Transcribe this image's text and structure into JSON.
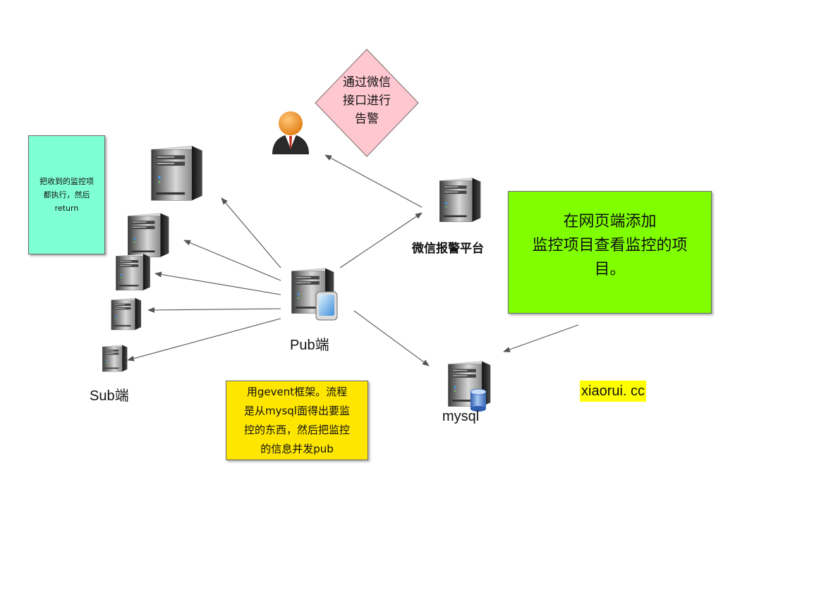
{
  "nodes": {
    "pub": {
      "label": "Pub端"
    },
    "sub": {
      "label": "Sub端"
    },
    "mysql": {
      "label": "mysql"
    },
    "wechat_platform": {
      "label": "微信报警平台"
    }
  },
  "notes": {
    "sub_note": "把收到的监控项\n都执行，然后\nreturn",
    "web_note": "在网页端添加\n监控项目查看监控的项\n目。",
    "pub_note": "用gevent框架。流程\n是从mysql面得出要监\n控的东西，然后把监控\n的信息并发pub",
    "alert_diamond": "通过微信\n接口进行\n告警"
  },
  "watermark": "xiaorui. cc",
  "colors": {
    "sub_note_bg": "#7fffd4",
    "web_note_bg": "#7fff00",
    "pub_note_bg": "#ffe600",
    "diamond_bg": "#ffc8d0",
    "watermark_bg": "#ffff00",
    "arrow": "#555555"
  },
  "icons": {
    "server": "server-tower-icon",
    "pub_server": "server-monitor-icon",
    "database": "server-database-icon",
    "person": "person-avatar-icon"
  }
}
